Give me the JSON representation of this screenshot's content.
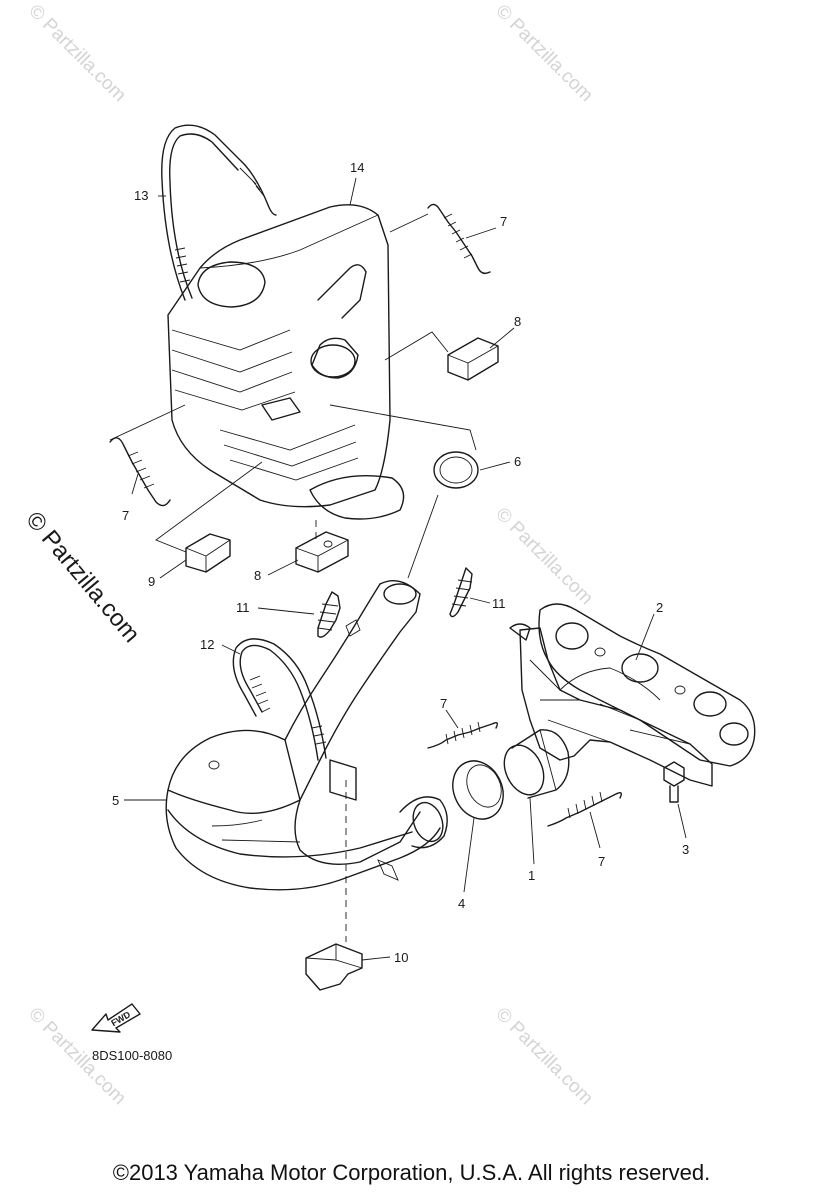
{
  "diagram": {
    "callouts": [
      {
        "id": "1",
        "label": "1"
      },
      {
        "id": "2",
        "label": "2"
      },
      {
        "id": "3",
        "label": "3"
      },
      {
        "id": "4",
        "label": "4"
      },
      {
        "id": "5",
        "label": "5"
      },
      {
        "id": "6",
        "label": "6"
      },
      {
        "id": "7a",
        "label": "7"
      },
      {
        "id": "7b",
        "label": "7"
      },
      {
        "id": "7c",
        "label": "7"
      },
      {
        "id": "7d",
        "label": "7"
      },
      {
        "id": "8a",
        "label": "8"
      },
      {
        "id": "8b",
        "label": "8"
      },
      {
        "id": "9",
        "label": "9"
      },
      {
        "id": "10",
        "label": "10"
      },
      {
        "id": "11a",
        "label": "11"
      },
      {
        "id": "11b",
        "label": "11"
      },
      {
        "id": "12",
        "label": "12"
      },
      {
        "id": "13",
        "label": "13"
      },
      {
        "id": "14",
        "label": "14"
      }
    ],
    "fwd_label": "FWD",
    "code": "8DS100-8080"
  },
  "watermarks": {
    "small": "© Partzilla.com",
    "large": "© Partzilla.com"
  },
  "footer": {
    "copyright": "©2013  Yamaha Motor Corporation, U.S.A. All rights reserved."
  }
}
